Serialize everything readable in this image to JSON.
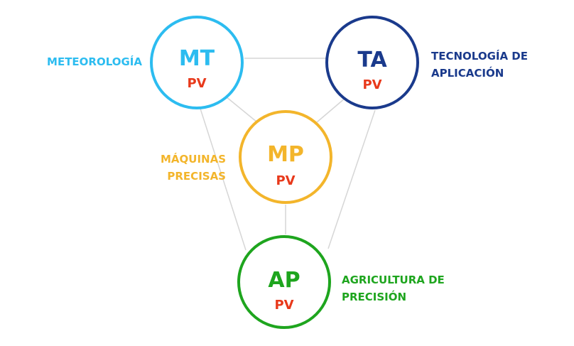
{
  "colors": {
    "mt": "#2cbcf0",
    "ta": "#1a3a8c",
    "mp": "#f3b52b",
    "ap": "#1ea51e",
    "pv": "#e8391b",
    "link": "#d6d6d6"
  },
  "nodes": {
    "mt": {
      "code": "MT",
      "sub": "PV"
    },
    "ta": {
      "code": "TA",
      "sub": "PV"
    },
    "mp": {
      "code": "MP",
      "sub": "PV"
    },
    "ap": {
      "code": "AP",
      "sub": "PV"
    }
  },
  "captions": {
    "mt": [
      "METEOROLOGÍA"
    ],
    "ta": [
      "TECNOLOGÍA DE",
      "APLICACIÓN"
    ],
    "mp": [
      "MÁQUINAS",
      "PRECISAS"
    ],
    "ap": [
      "AGRICULTURA DE",
      "PRECISIÓN"
    ]
  }
}
